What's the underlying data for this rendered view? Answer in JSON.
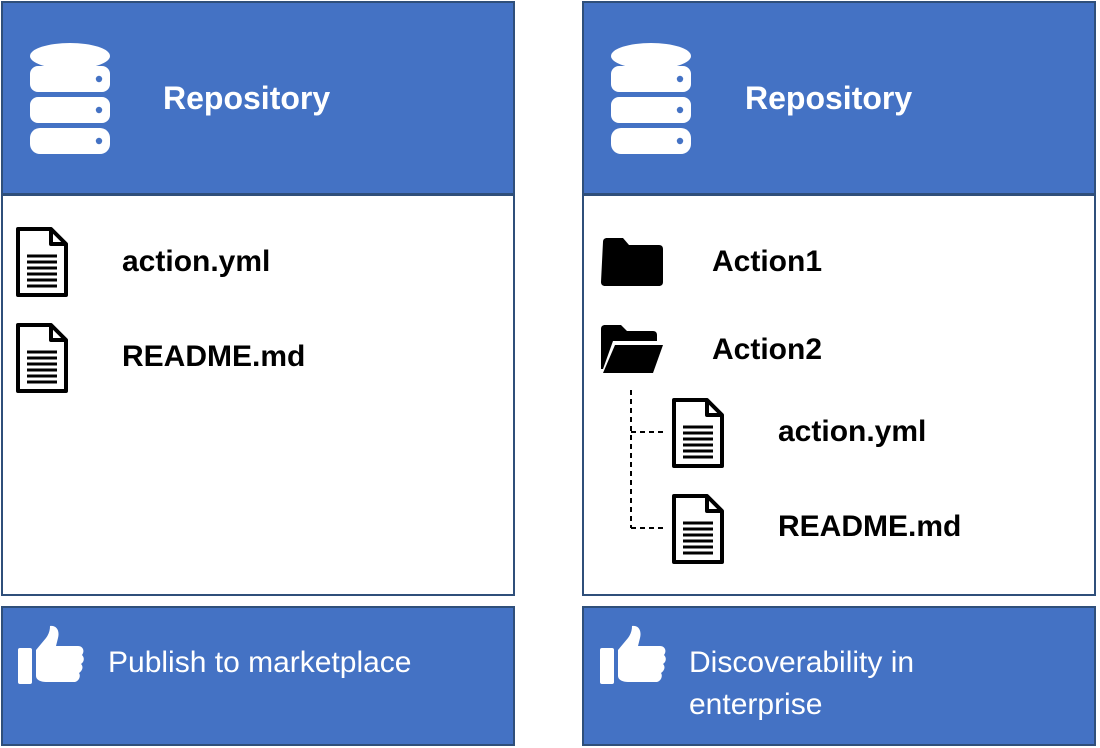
{
  "left": {
    "header": {
      "title": "Repository",
      "icon": "database-icon"
    },
    "items": [
      {
        "label": "action.yml",
        "icon": "file-icon"
      },
      {
        "label": "README.md",
        "icon": "file-icon"
      }
    ],
    "footer": {
      "text": "Publish to marketplace",
      "icon": "thumbs-up-icon"
    }
  },
  "right": {
    "header": {
      "title": "Repository",
      "icon": "database-icon"
    },
    "items": [
      {
        "label": "Action1",
        "icon": "folder-closed-icon"
      },
      {
        "label": "Action2",
        "icon": "folder-open-icon"
      },
      {
        "label": "action.yml",
        "icon": "file-icon"
      },
      {
        "label": "README.md",
        "icon": "file-icon"
      }
    ],
    "footer": {
      "line1": "Discoverability in",
      "line2": "enterprise",
      "icon": "thumbs-up-icon"
    }
  },
  "colors": {
    "panel_blue": "#4472c4",
    "border": "#2f4f7a",
    "text_dark": "#000000",
    "text_light": "#ffffff"
  }
}
